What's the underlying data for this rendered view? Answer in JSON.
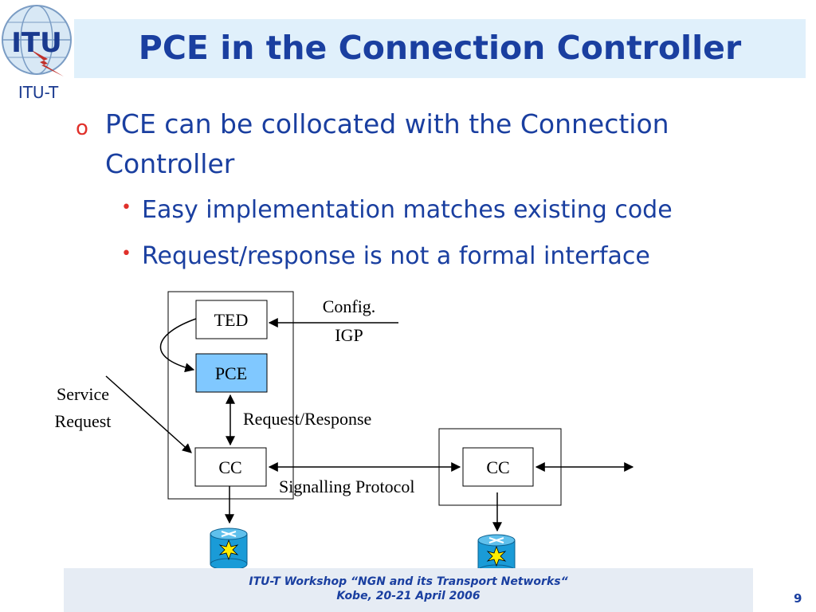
{
  "header": {
    "logo_text": "ITU",
    "logo_caption": "ITU-T",
    "title": "PCE in the Connection Controller"
  },
  "bullets": {
    "main_marker": "o",
    "main_line1": "PCE can be collocated with the Connection",
    "main_line2": "Controller",
    "sub_marker": "•",
    "sub": [
      "Easy implementation matches existing code",
      "Request/response is not a formal interface"
    ]
  },
  "diagram": {
    "ted": "TED",
    "pce": "PCE",
    "cc_left": "CC",
    "cc_right": "CC",
    "config": "Config.",
    "igp": "IGP",
    "service": "Service",
    "request": "Request",
    "req_resp": "Request/Response",
    "signalling": "Signalling Protocol"
  },
  "footer": {
    "line1": "ITU-T Workshop “NGN and its Transport Networks“",
    "line2": "Kobe, 20-21 April 2006",
    "page": "9"
  },
  "colors": {
    "title": "#1a3fa0",
    "title_bar": "#e0f0fb",
    "bullet_marker": "#e0302a",
    "pce_fill": "#80c8ff",
    "router": "#1a9bd7",
    "footer_bar": "#e6ecf4"
  }
}
